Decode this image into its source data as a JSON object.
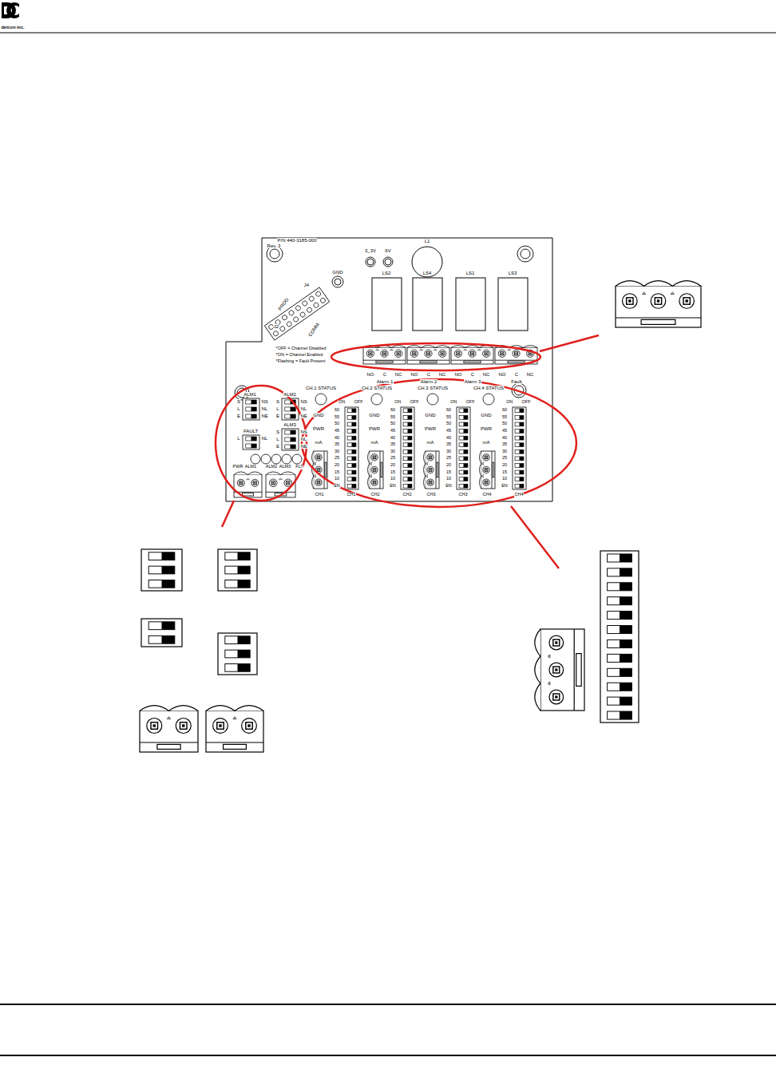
{
  "diagram": {
    "labels": [
      "detcon inc.",
      "P/N 440-3185-000",
      "Rev. 3",
      "3_3V",
      "6V",
      "L1",
      "GND",
      "J4",
      "PROG",
      "J2",
      "COMM",
      "LS2",
      "LS4",
      "LS1",
      "LS3",
      "*OFF = Channel Disabled",
      "*ON = Channel Enabled",
      "*Flashing = Fault Present",
      "NO",
      "C",
      "NC",
      "Alarm 1",
      "NO",
      "C",
      "NC",
      "Alarm 2",
      "NO",
      "C",
      "NC",
      "Alarm 3",
      "NO",
      "C",
      "NC",
      "Fault",
      "CH.1 STATUS",
      "CH.2 STATUS",
      "CH.3 STATUS",
      "CH.4 STATUS",
      "ALM1",
      "S",
      "L",
      "E",
      "NS",
      "NL",
      "NE",
      "ALM2",
      "S",
      "L",
      "E",
      "NS",
      "NL",
      "NE",
      "FAULT",
      "L",
      "NL",
      "ALM3",
      "S",
      "L",
      "E",
      "NS",
      "NL",
      "NE",
      "PWR",
      "ALM1",
      "ALM2",
      "ALM3",
      "FLT",
      "ON",
      "OFF",
      "60",
      "55",
      "50",
      "45",
      "40",
      "35",
      "30",
      "25",
      "20",
      "15",
      "10",
      "EN",
      "GND",
      "PWR",
      "mA",
      "CH1",
      "CH1",
      "ON",
      "OFF",
      "60",
      "55",
      "50",
      "45",
      "40",
      "35",
      "30",
      "25",
      "20",
      "15",
      "10",
      "EN",
      "GND",
      "PWR",
      "mA",
      "CH2",
      "CH2",
      "ON",
      "OFF",
      "60",
      "55",
      "50",
      "45",
      "40",
      "35",
      "30",
      "25",
      "20",
      "15",
      "10",
      "EN",
      "GND",
      "PWR",
      "mA",
      "CH3",
      "CH3",
      "ON",
      "OFF",
      "60",
      "55",
      "50",
      "45",
      "40",
      "35",
      "30",
      "25",
      "20",
      "15",
      "10",
      "EN",
      "GND",
      "PWR",
      "mA",
      "CH4",
      "CH4"
    ]
  }
}
